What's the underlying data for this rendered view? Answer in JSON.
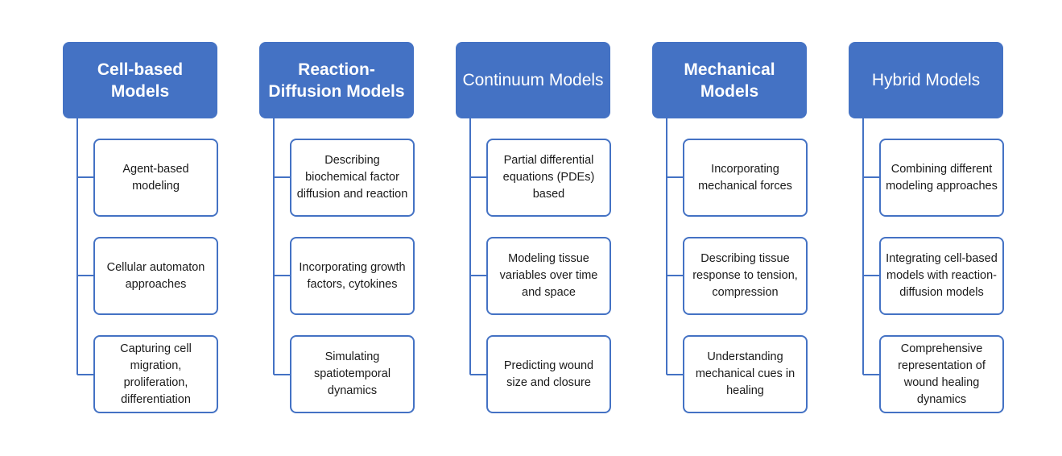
{
  "colors": {
    "accent": "#4472c4",
    "header_text": "#ffffff",
    "box_border": "#4472c4",
    "box_text": "#1a1a1a"
  },
  "columns": [
    {
      "title": "Cell-based Models",
      "items": [
        "Agent-based modeling",
        "Cellular automaton approaches",
        "Capturing cell migration, proliferation, differentiation"
      ]
    },
    {
      "title": "Reaction-Diffusion Models",
      "items": [
        "Describing biochemical factor diffusion and reaction",
        "Incorporating growth factors, cytokines",
        "Simulating spatiotemporal dynamics"
      ]
    },
    {
      "title": "Continuum Models",
      "items": [
        "Partial differential equations (PDEs) based",
        "Modeling tissue variables over time and space",
        "Predicting wound size and closure"
      ]
    },
    {
      "title": "Mechanical Models",
      "items": [
        "Incorporating mechanical forces",
        "Describing tissue response to tension, compression",
        "Understanding mechanical cues in healing"
      ]
    },
    {
      "title": "Hybrid Models",
      "items": [
        "Combining different modeling approaches",
        "Integrating cell-based models with reaction-diffusion models",
        "Comprehensive representation of wound healing dynamics"
      ]
    }
  ]
}
